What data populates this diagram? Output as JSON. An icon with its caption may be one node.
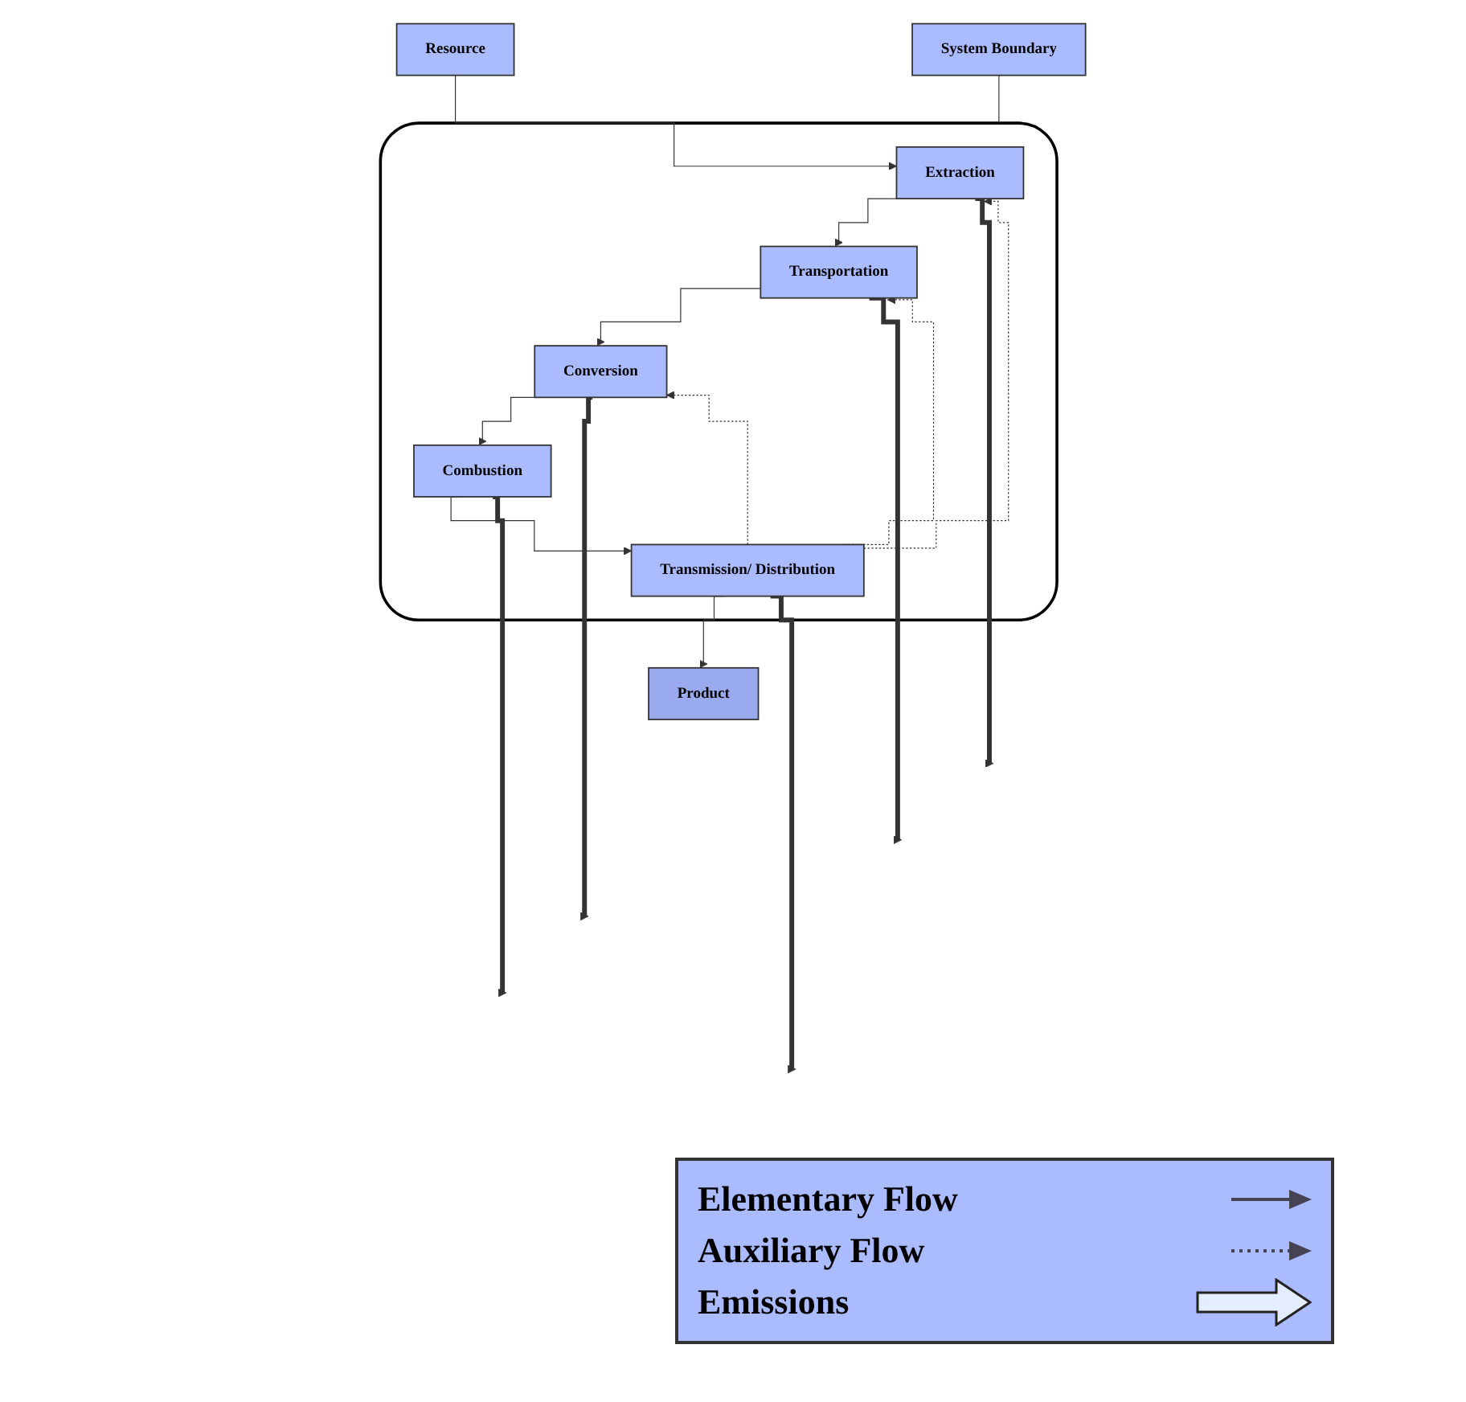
{
  "diagram": {
    "nodes": [
      {
        "text": [
          "Resource"
        ]
      },
      {
        "text": [],
        "shape": "box"
      },
      {
        "text": [
          "Extraction"
        ],
        "in": 1
      },
      {
        "text": [
          "Transportation"
        ],
        "in": 1
      },
      {
        "text": [
          "Conversion"
        ],
        "in": 1
      },
      {
        "text": [
          "Combustion"
        ],
        "in": 1
      },
      {
        "text": [
          "Transmission/ Distribution"
        ],
        "in": 1
      },
      {
        "text": [
          "System Boundary"
        ]
      },
      {
        "text": [
          "Product"
        ]
      }
    ],
    "edges": [
      {
        "from": 0,
        "to": 2,
        "arrow": "to"
      },
      {
        "from": 2,
        "to": 3,
        "arrow": "to"
      },
      {
        "from": 3,
        "to": 4,
        "arrow": "to"
      },
      {
        "from": 4,
        "to": 5,
        "arrow": "to"
      },
      {
        "from": 5,
        "to": 6,
        "arrow": "to"
      },
      {
        "from": 6,
        "to": 8,
        "arrow": "to"
      },
      {
        "from": 6,
        "to": 2,
        "arrow": "to",
        "style": "dashed"
      },
      {
        "from": 6,
        "to": 3,
        "arrow": "to",
        "style": "dashed"
      },
      {
        "from": 6,
        "to": 4,
        "arrow": "to",
        "style": "dashed"
      },
      {
        "from": 2,
        "to": null,
        "arrow": "to",
        "style": "thick"
      },
      {
        "from": 3,
        "to": null,
        "arrow": "to",
        "style": "thick"
      },
      {
        "from": 4,
        "to": null,
        "arrow": "to",
        "style": "thick"
      },
      {
        "from": 5,
        "to": null,
        "arrow": "to",
        "style": "thick"
      },
      {
        "from": 6,
        "to": null,
        "arrow": "to",
        "style": "thick"
      },
      {
        "from": 7,
        "to": 1,
        "arrow": "none"
      }
    ],
    "legend": [
      {
        "text": "Elementary Flow"
      },
      {
        "text": "Auxiliary Flow"
      },
      {
        "text": "Emissions"
      }
    ]
  }
}
